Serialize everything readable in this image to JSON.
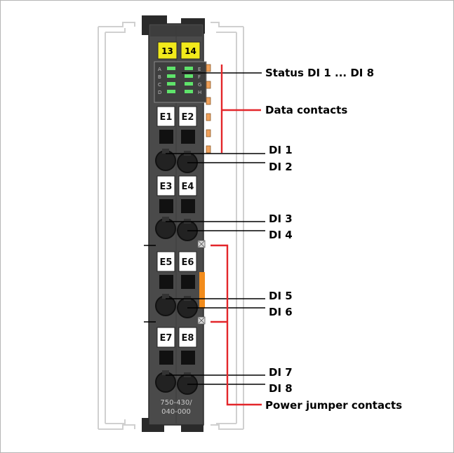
{
  "module": {
    "terminal_tags": [
      "13",
      "14"
    ],
    "led_labels_left": [
      "A",
      "B",
      "C",
      "D"
    ],
    "led_labels_right": [
      "E",
      "F",
      "G",
      "H"
    ],
    "terminal_labels": [
      "E1",
      "E2",
      "E3",
      "E4",
      "E5",
      "E6",
      "E7",
      "E8"
    ],
    "model_line1": "750-430/",
    "model_line2": "040-000"
  },
  "callouts": {
    "status": "Status DI 1 ... DI 8",
    "data_contacts": "Data contacts",
    "di1": "DI 1",
    "di2": "DI 2",
    "di3": "DI 3",
    "di4": "DI 4",
    "di5": "DI 5",
    "di6": "DI 6",
    "di7": "DI 7",
    "di8": "DI 8",
    "power_jumper": "Power jumper contacts"
  },
  "colors": {
    "tag_yellow": "#f2ea1b",
    "housing": "#4a4a4a",
    "led_green": "#5fe36b",
    "callout_red": "#e3262a",
    "contact_orange": "#f0a05a",
    "jumper_orange": "#f28c1c"
  }
}
